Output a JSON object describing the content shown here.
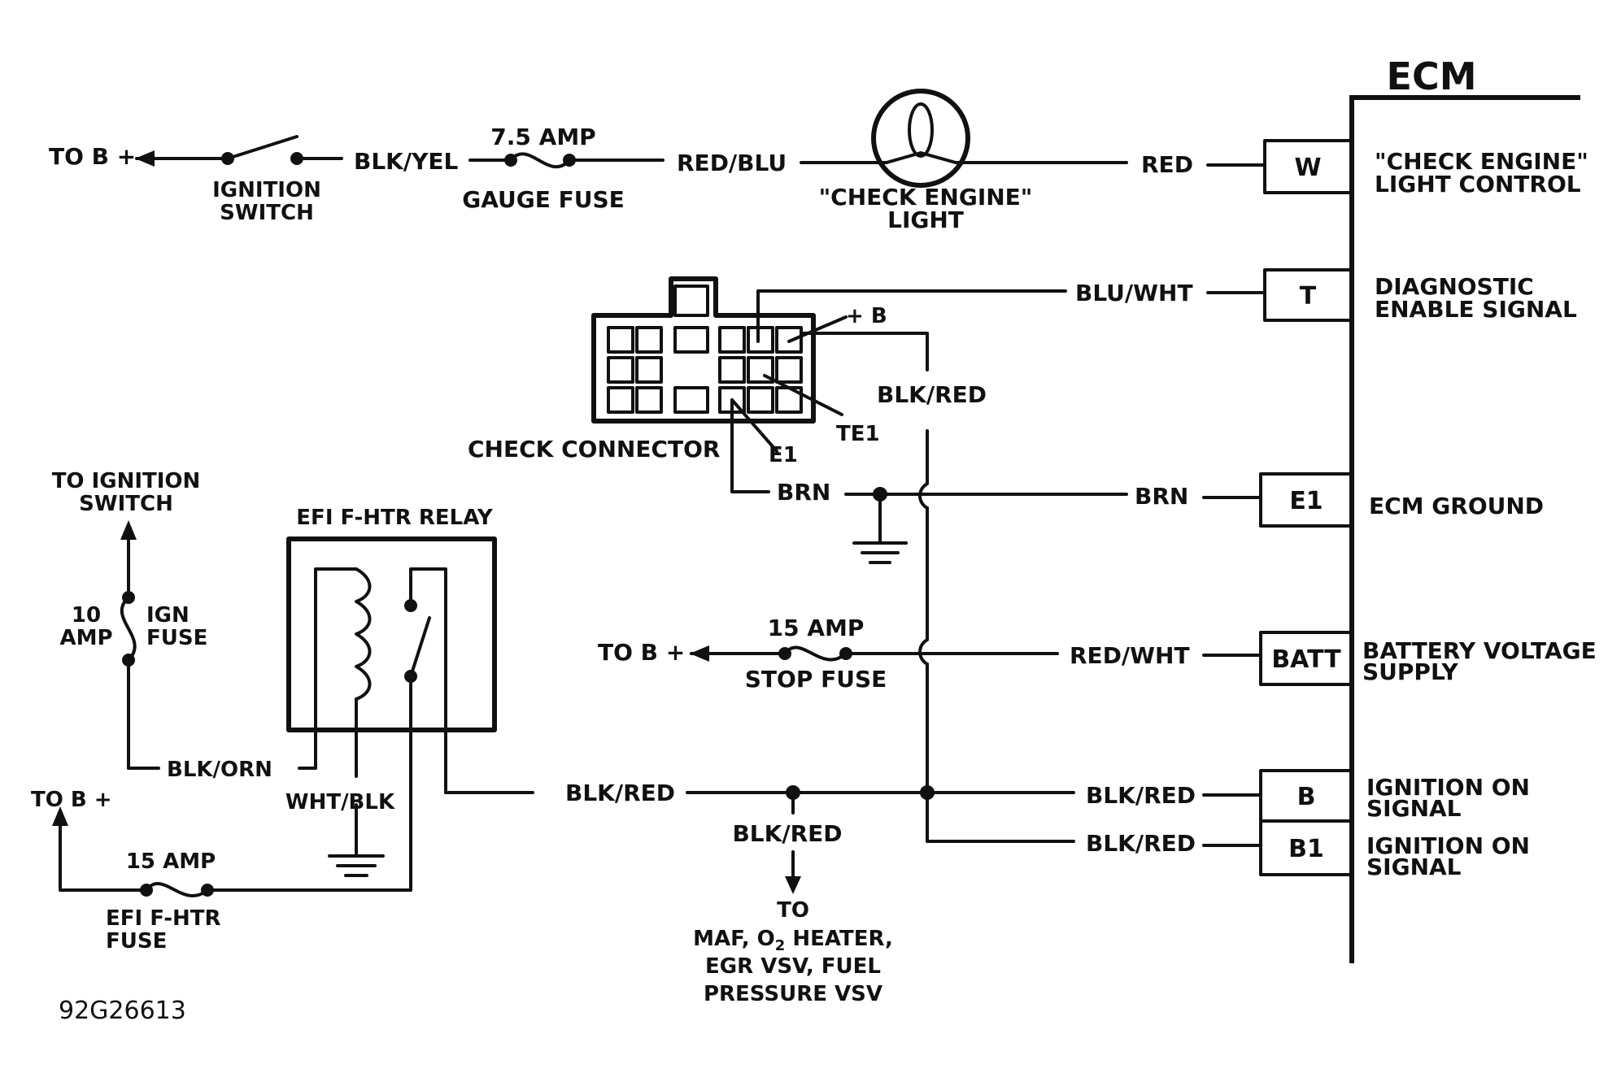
{
  "ecm": {
    "title": "ECM",
    "pins": [
      {
        "id": "W",
        "desc1": "\"CHECK ENGINE\"",
        "desc2": "LIGHT CONTROL"
      },
      {
        "id": "T",
        "desc1": "DIAGNOSTIC",
        "desc2": "ENABLE SIGNAL"
      },
      {
        "id": "E1",
        "desc1": "ECM GROUND",
        "desc2": ""
      },
      {
        "id": "BATT",
        "desc1": "BATTERY VOLTAGE",
        "desc2": "SUPPLY"
      },
      {
        "id": "B",
        "desc1": "IGNITION ON",
        "desc2": "SIGNAL"
      },
      {
        "id": "B1",
        "desc1": "IGNITION ON",
        "desc2": "SIGNAL"
      }
    ]
  },
  "wires": {
    "blk_yel": "BLK/YEL",
    "red_blu": "RED/BLU",
    "red": "RED",
    "blu_wht": "BLU/WHT",
    "blk_red": "BLK/RED",
    "brn": "BRN",
    "red_wht": "RED/WHT",
    "blk_orn": "BLK/ORN",
    "wht_blk": "WHT/BLK"
  },
  "labels": {
    "to_b_plus": "TO B +",
    "ignition_switch_1": "IGNITION",
    "ignition_switch_2": "SWITCH",
    "gauge_fuse_amp": "7.5 AMP",
    "gauge_fuse": "GAUGE FUSE",
    "check_engine_light_1": "\"CHECK ENGINE\"",
    "check_engine_light_2": "LIGHT",
    "plus_b": "+ B",
    "te1": "TE1",
    "e1": "E1",
    "check_connector": "CHECK CONNECTOR",
    "to_ignition_switch_1": "TO IGNITION",
    "to_ignition_switch_2": "SWITCH",
    "ign_fuse_amp_1": "10",
    "ign_fuse_amp_2": "AMP",
    "ign_fuse_1": "IGN",
    "ign_fuse_2": "FUSE",
    "relay": "EFI F-HTR RELAY",
    "stop_fuse_amp": "15 AMP",
    "stop_fuse": "STOP FUSE",
    "efi_fuse_amp": "15 AMP",
    "efi_fuse_1": "EFI F-HTR",
    "efi_fuse_2": "FUSE",
    "to": "TO",
    "dest_1a": "MAF, O",
    "dest_1sub": "2",
    "dest_1b": " HEATER,",
    "dest_2": "EGR VSV, FUEL",
    "dest_3": "PRESSURE VSV",
    "figure_code": "92G26613"
  }
}
